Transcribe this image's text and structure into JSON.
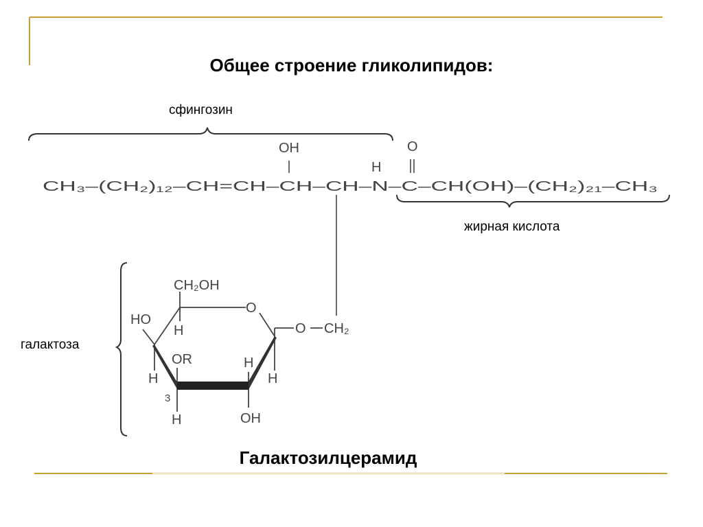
{
  "title": "Общее строение гликолипидов:",
  "labels": {
    "sphingosine": "сфингозин",
    "fatty_acid": "жирная кислота",
    "galactose": "галактоза"
  },
  "caption": "Галактозилцерамид",
  "formula": {
    "main_chain": "CH₃–(CH₂)₁₂–CH=CH–CH–CH–N–C–CH(OH)–(CH₂)₂₁–CH₃",
    "hydroxyl": "OH",
    "amide_h": "H",
    "carbonyl_o": "O",
    "sugar": {
      "ch2oh": "CH₂OH",
      "ring_o": "O",
      "ho": "HO",
      "h_c5": "H",
      "or": "OR",
      "h_c4": "H",
      "c3_number": "3",
      "h_c3": "H",
      "h_c2_up": "H",
      "oh_c2": "OH",
      "h_c1": "H",
      "glyco_o": "O",
      "ch2": "CH₂"
    }
  },
  "colors": {
    "accent_line": "#c8a030",
    "formula": "#444444"
  }
}
